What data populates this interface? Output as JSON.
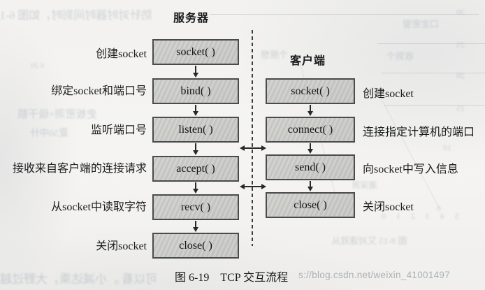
{
  "figure": {
    "caption": "图 6-19　TCP 交互流程",
    "watermark": "s://blog.csdn.net/weixin_41001497",
    "box_fill_color": "#c9c9c6",
    "box_border_color": "#4a4b4c",
    "paper_color": "#f3f2f0",
    "ink_color": "#1b1c1e"
  },
  "server_flow": {
    "title": "服务器",
    "steps": [
      {
        "func": "socket( )",
        "label": "创建socket"
      },
      {
        "func": "bind( )",
        "label": "绑定socket和端口号"
      },
      {
        "func": "listen( )",
        "label": "监听端口号"
      },
      {
        "func": "accept( )",
        "label": "接收来自客户端的连接请求"
      },
      {
        "func": "recv( )",
        "label": "从socket中读取字符"
      },
      {
        "func": "close( )",
        "label": "关闭socket"
      }
    ]
  },
  "client_flow": {
    "title": "客户端",
    "steps": [
      {
        "func": "socket( )",
        "label": "创建socket"
      },
      {
        "func": "connect( )",
        "label": "连接指定计算机的端口"
      },
      {
        "func": "send( )",
        "label": "向socket中写入信息"
      },
      {
        "func": "close( )",
        "label": "关闭socket"
      }
    ]
  },
  "bleed": [
    "防针对时器时间到时，如图 6-1",
    "30",
    "口定密窗",
    "25",
    "收到个",
    "个原想",
    "20",
    "15",
    "史板密测+级干额",
    "夏50中什",
    "10",
    "潮深测",
    "0",
    "5 4 3 2 1 0",
    "图 8-15 又对速效从",
    "可以看 。小减达乘，大野过越",
    "0 20"
  ]
}
